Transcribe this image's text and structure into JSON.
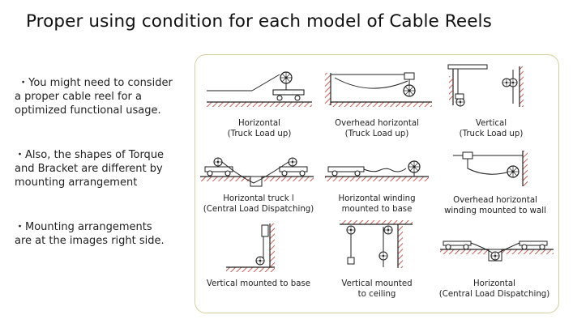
{
  "title": "Proper using condition for each model of Cable Reels",
  "bullets": [
    {
      "lines": [
        " ・You might need to consider",
        "a proper cable reel for a",
        "optimized functional usage."
      ]
    },
    {
      "lines": [
        "・Also, the shapes of Torque",
        "and Bracket are different by",
        "mounting arrangement"
      ]
    },
    {
      "lines": [
        "・Mounting arrangements",
        "are at the images right side."
      ]
    }
  ],
  "panel": {
    "border_color": "#d6cf9a",
    "hatch_color": "#c0392b",
    "captions": [
      {
        "line1": "Horizontal",
        "line2": "(Truck Load up)"
      },
      {
        "line1": "Overhead horizontal",
        "line2": "(Truck Load up)"
      },
      {
        "line1": "Vertical",
        "line2": "(Truck Load up)"
      },
      {
        "line1": "Horizontal truck l",
        "line2": "(Central Load Dispatching)"
      },
      {
        "line1": "Horizontal winding",
        "line2": "mounted to base"
      },
      {
        "line1": "Overhead horizontal",
        "line2": "winding mounted to wall"
      },
      {
        "line1": "Vertical mounted to base",
        "line2": ""
      },
      {
        "line1": "Vertical mounted",
        "line2": "to ceiling"
      },
      {
        "line1": "Horizontal",
        "line2": "(Central Load Dispatching)"
      }
    ]
  }
}
